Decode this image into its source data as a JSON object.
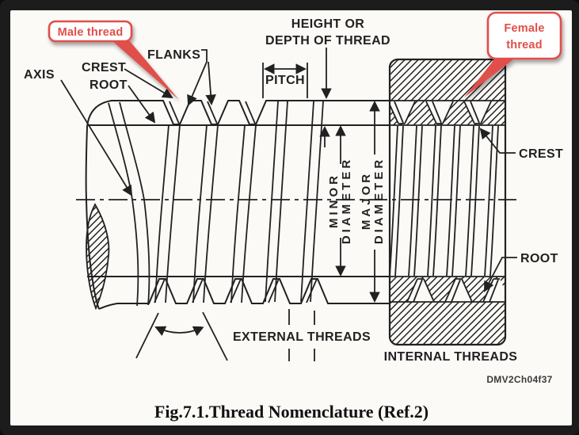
{
  "figure": {
    "caption": "Fig.7.1.Thread Nomenclature (Ref.2)",
    "watermark": "DMV2Ch04f37"
  },
  "callouts": {
    "male": "Male thread",
    "female_line1": "Female",
    "female_line2": "thread",
    "color": "#e0504a"
  },
  "labels": {
    "axis": "AXIS",
    "crest_left": "CREST",
    "root_left": "ROOT",
    "flanks": "FLANKS",
    "height_line1": "HEIGHT OR",
    "height_line2": "DEPTH OF THREAD",
    "pitch": "PITCH",
    "minor_diameter": [
      "MINOR",
      "DIAMETER"
    ],
    "major_diameter": [
      "MAJOR",
      "DIAMETER"
    ],
    "crest_right": "CREST",
    "root_right": "ROOT",
    "external_threads": "EXTERNAL THREADS",
    "internal_threads": "INTERNAL THREADS"
  },
  "colors": {
    "ink": "#212121",
    "paper": "#fbfaf7",
    "frame": "#1c1c1c",
    "callout_red": "#e0504a"
  }
}
